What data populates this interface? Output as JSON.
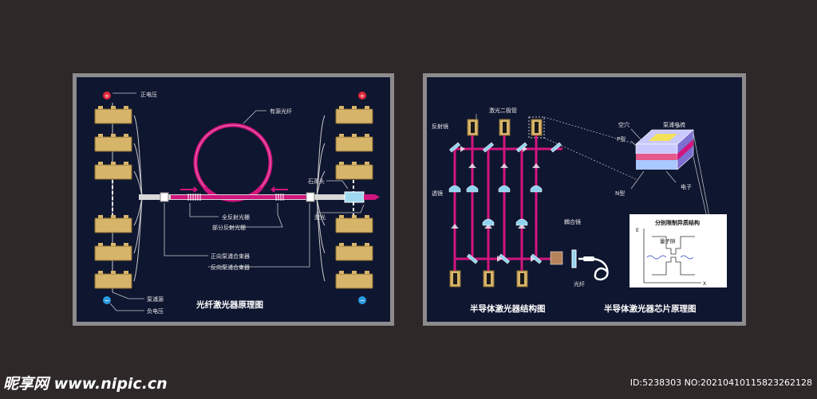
{
  "left": {
    "positive_voltage": "正电压",
    "active_fiber": "有源光纤",
    "quartz_head": "石英头",
    "laser": "激光",
    "full_grating": "全反射光栅",
    "partial_grating": "部分反射光栅",
    "forward_combiner": "正向泵浦合束器",
    "reverse_combiner": "反向泵浦合束器",
    "pump_source": "泵浦源",
    "negative_voltage": "负电压",
    "title": "光纤激光器原理图",
    "plus": "+",
    "minus": "−"
  },
  "right": {
    "laser_diode": "激光二极管",
    "mirror": "反射镜",
    "lens": "透镜",
    "coupling_lens": "耦合镜",
    "fiber": "光纤",
    "hole": "空穴",
    "p_type": "P型",
    "n_type": "N型",
    "pump_current": "泵浦电流",
    "electron": "电子",
    "heterostructure": "分别限制异质结构",
    "quantum_well": "量子阱",
    "axis_e": "E",
    "axis_x": "X",
    "title_structure": "半导体激光器结构图",
    "title_chip": "半导体激光器芯片原理图"
  },
  "watermark": {
    "site": "昵享网 www.nipic.cn",
    "id": "ID:5238303 NO:20210410115823262128"
  },
  "colors": {
    "panel_bg": "#0f1630",
    "frame": "#8d8b8d",
    "page_bg": "#2e2829",
    "gold": "#d6b46a",
    "magenta": "#d2157e",
    "cyan": "#8fd3ee"
  }
}
